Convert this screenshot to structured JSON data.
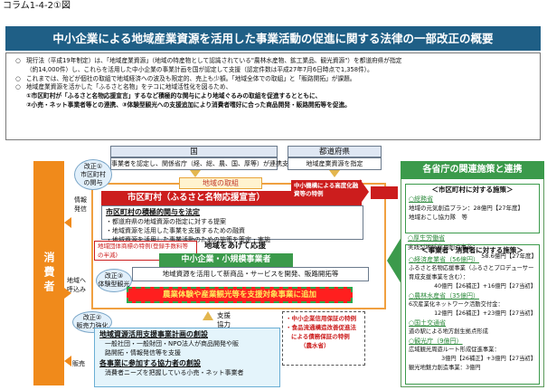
{
  "caption": "コラム1-4-2①図",
  "banner": "中小企業による地域産業資源を活用した事業活動の促進に関する法律の一部改正の概要",
  "intro": [
    "現行法（平成19年制定）は、「地域産業資源」（地域の特産物として認識されている\"農林水産物、鉱工業品、観光資源\"）を都道府県が指定",
    "（約14,000件）し、これらを活用した中小企業の事業計画を国が認定して支援（認定件数は平成27年7月6日時点で1,358件）。",
    "これまでは、殆どが個社の取組で地域経済への波及も限定的、売上も少額。「地域全体での取組」と「販路開拓」が課題。",
    "地域産業資源を活かした「ふるさと名物」をテコに地域活性化を図るため、",
    "①市区町村が「ふるさと名物応援宣言」するなど積極的な関与により地域ぐるみの取組を促進するとともに、",
    "②小売・ネット事業者等との連携、③体験型観光への支援追加により消費者嗜好に合った商品開発・販路開拓等を促進。"
  ],
  "consumer": "消費者",
  "kuni": {
    "label": "国",
    "body": "事業者を認定し、関係省庁（経、総、農、国、厚等）が連携支援"
  },
  "pref": {
    "label": "都道府県",
    "body": "地域産業資源を指定"
  },
  "local_effort": "地域の取組",
  "kaisei1": "改正①\n市区町村\nの関与",
  "city_bar": "市区町村（ふるさと名物応援宣言）",
  "sme_note": "中小機構による高度化融資等の特例",
  "city_sub": "市区町村の積極的関与を法定",
  "city_items": [
    "・都道府県の地域資源の指定に対する提案",
    "・地域資源を活用した事業を支援するための融資",
    "・地域資源を活用した事業活動のための施策を策定・実施"
  ],
  "info": "情報\n発信",
  "brand_note": "地域団体商標の特例(登録手数料等の半減)",
  "all_region": "地域をあげて応援",
  "sme_bar": "中小企業・小規模事業者",
  "sme_body": "地域資源を活用して新商品・サービスを開発、販路開拓等",
  "call": "地域へ\n呼込み",
  "kaisei3": "改正③\n体験型観光",
  "tourism_bar": "農業体験や産業観光等を支援対象事業に追加",
  "support": "支援\n協力",
  "kaisei2": "改正②\n販売力強化",
  "sales": "販売",
  "plan_title": "地域資源活用支援事業計画の創設",
  "plan_body": [
    "一般社団・一般財団・NPO法人が商品開発や販",
    "路開拓・情報発信等を支援"
  ],
  "coop_title": "各事業に参加する協力者の創設",
  "coop_body": "消費者ニーズを把握している小売・ネット事業者",
  "finance": [
    "・中小企業信用保証の特例",
    "・食品流通構造改善促進法",
    "による債務保証の特例",
    "（農水省）"
  ],
  "right": {
    "header": "各省庁の関連施策と連携",
    "city_title": "＜市区町村に対する施策＞",
    "soumu": "○総務省",
    "soumu1": "地域の元気創造プラン：28億円【27年度】",
    "soumu2": "地域おこし協力隊　等",
    "kousei": "○厚生労働省",
    "kousei1": "実践型地域雇用創造事業：",
    "kousei2": "58.6億円【27年度】",
    "biz_title": "＜事業者・消費者に対する施策＞",
    "keisan": "○経済産業省（56億円）",
    "keisan1": "ふるさと名物応援事業（ふるさとプロデューサー",
    "keisan2": "育成支援事業を含む）：",
    "keisan3": "40億円【26補正】+16億円【27当初】",
    "nousui": "○農林水産省（35億円）",
    "nousui1": "6次産業化ネットワーク活動交付金：",
    "nousui2": "12億円【26補正】+23億円【27当初】",
    "kokudo": "○国土交通省",
    "kokudo1": "道の駅による地方創生拠点形成",
    "kankou": "○観光庁（9億円）",
    "kankou1": "広域観光周遊ルート形成促進事業：",
    "kankou2": "3億円【26補正】+3億円【27当初】",
    "kankou3": "観光地魅力創造事業：3億円"
  }
}
